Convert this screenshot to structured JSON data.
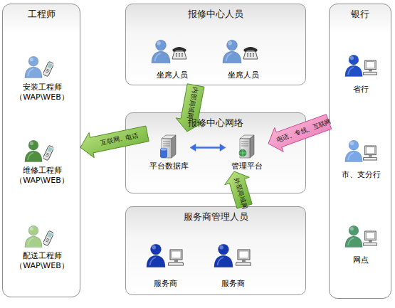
{
  "diagram": {
    "nodes": [
      {
        "text": [
          "工程师"
        ]
      },
      {
        "text": [
          "安装工程师 （WAP\\WEB）"
        ],
        "in": 0
      },
      {
        "text": [
          "维修工程师 （WAP\\WEB）"
        ],
        "in": 0
      },
      {
        "text": [
          "配送工程师 （WAP\\WEB）"
        ],
        "in": 0
      },
      {
        "text": [
          "报修中心人员"
        ]
      },
      {
        "text": [
          "坐席人员"
        ],
        "in": 4
      },
      {
        "text": [
          "坐席人员"
        ],
        "in": 4
      },
      {
        "text": [
          "报修中心网络"
        ]
      },
      {
        "text": [
          "平台数据库"
        ],
        "in": 7
      },
      {
        "text": [
          "管理平台"
        ],
        "in": 7
      },
      {
        "text": [
          "服务商管理人员"
        ]
      },
      {
        "text": [
          "服务商"
        ],
        "in": 10
      },
      {
        "text": [
          "服务商"
        ],
        "in": 10
      },
      {
        "text": [
          "银行"
        ]
      },
      {
        "text": [
          "省行"
        ],
        "in": 13
      },
      {
        "text": [
          "市、支分行"
        ],
        "in": 13
      },
      {
        "text": [
          "网点"
        ],
        "in": 13
      }
    ],
    "edges": [
      {
        "from": 4,
        "to": 8,
        "label": "内部局域网",
        "arrow": "to"
      },
      {
        "from": 8,
        "to": 0,
        "label": "互联网、电话",
        "arrow": "to"
      },
      {
        "from": 13,
        "to": 9,
        "label": "电话、专线、互联网",
        "arrow": "to"
      },
      {
        "from": 10,
        "to": 9,
        "label": "外部局域网",
        "arrow": "to"
      },
      {
        "from": 8,
        "to": 9,
        "arrow": "both"
      }
    ]
  }
}
